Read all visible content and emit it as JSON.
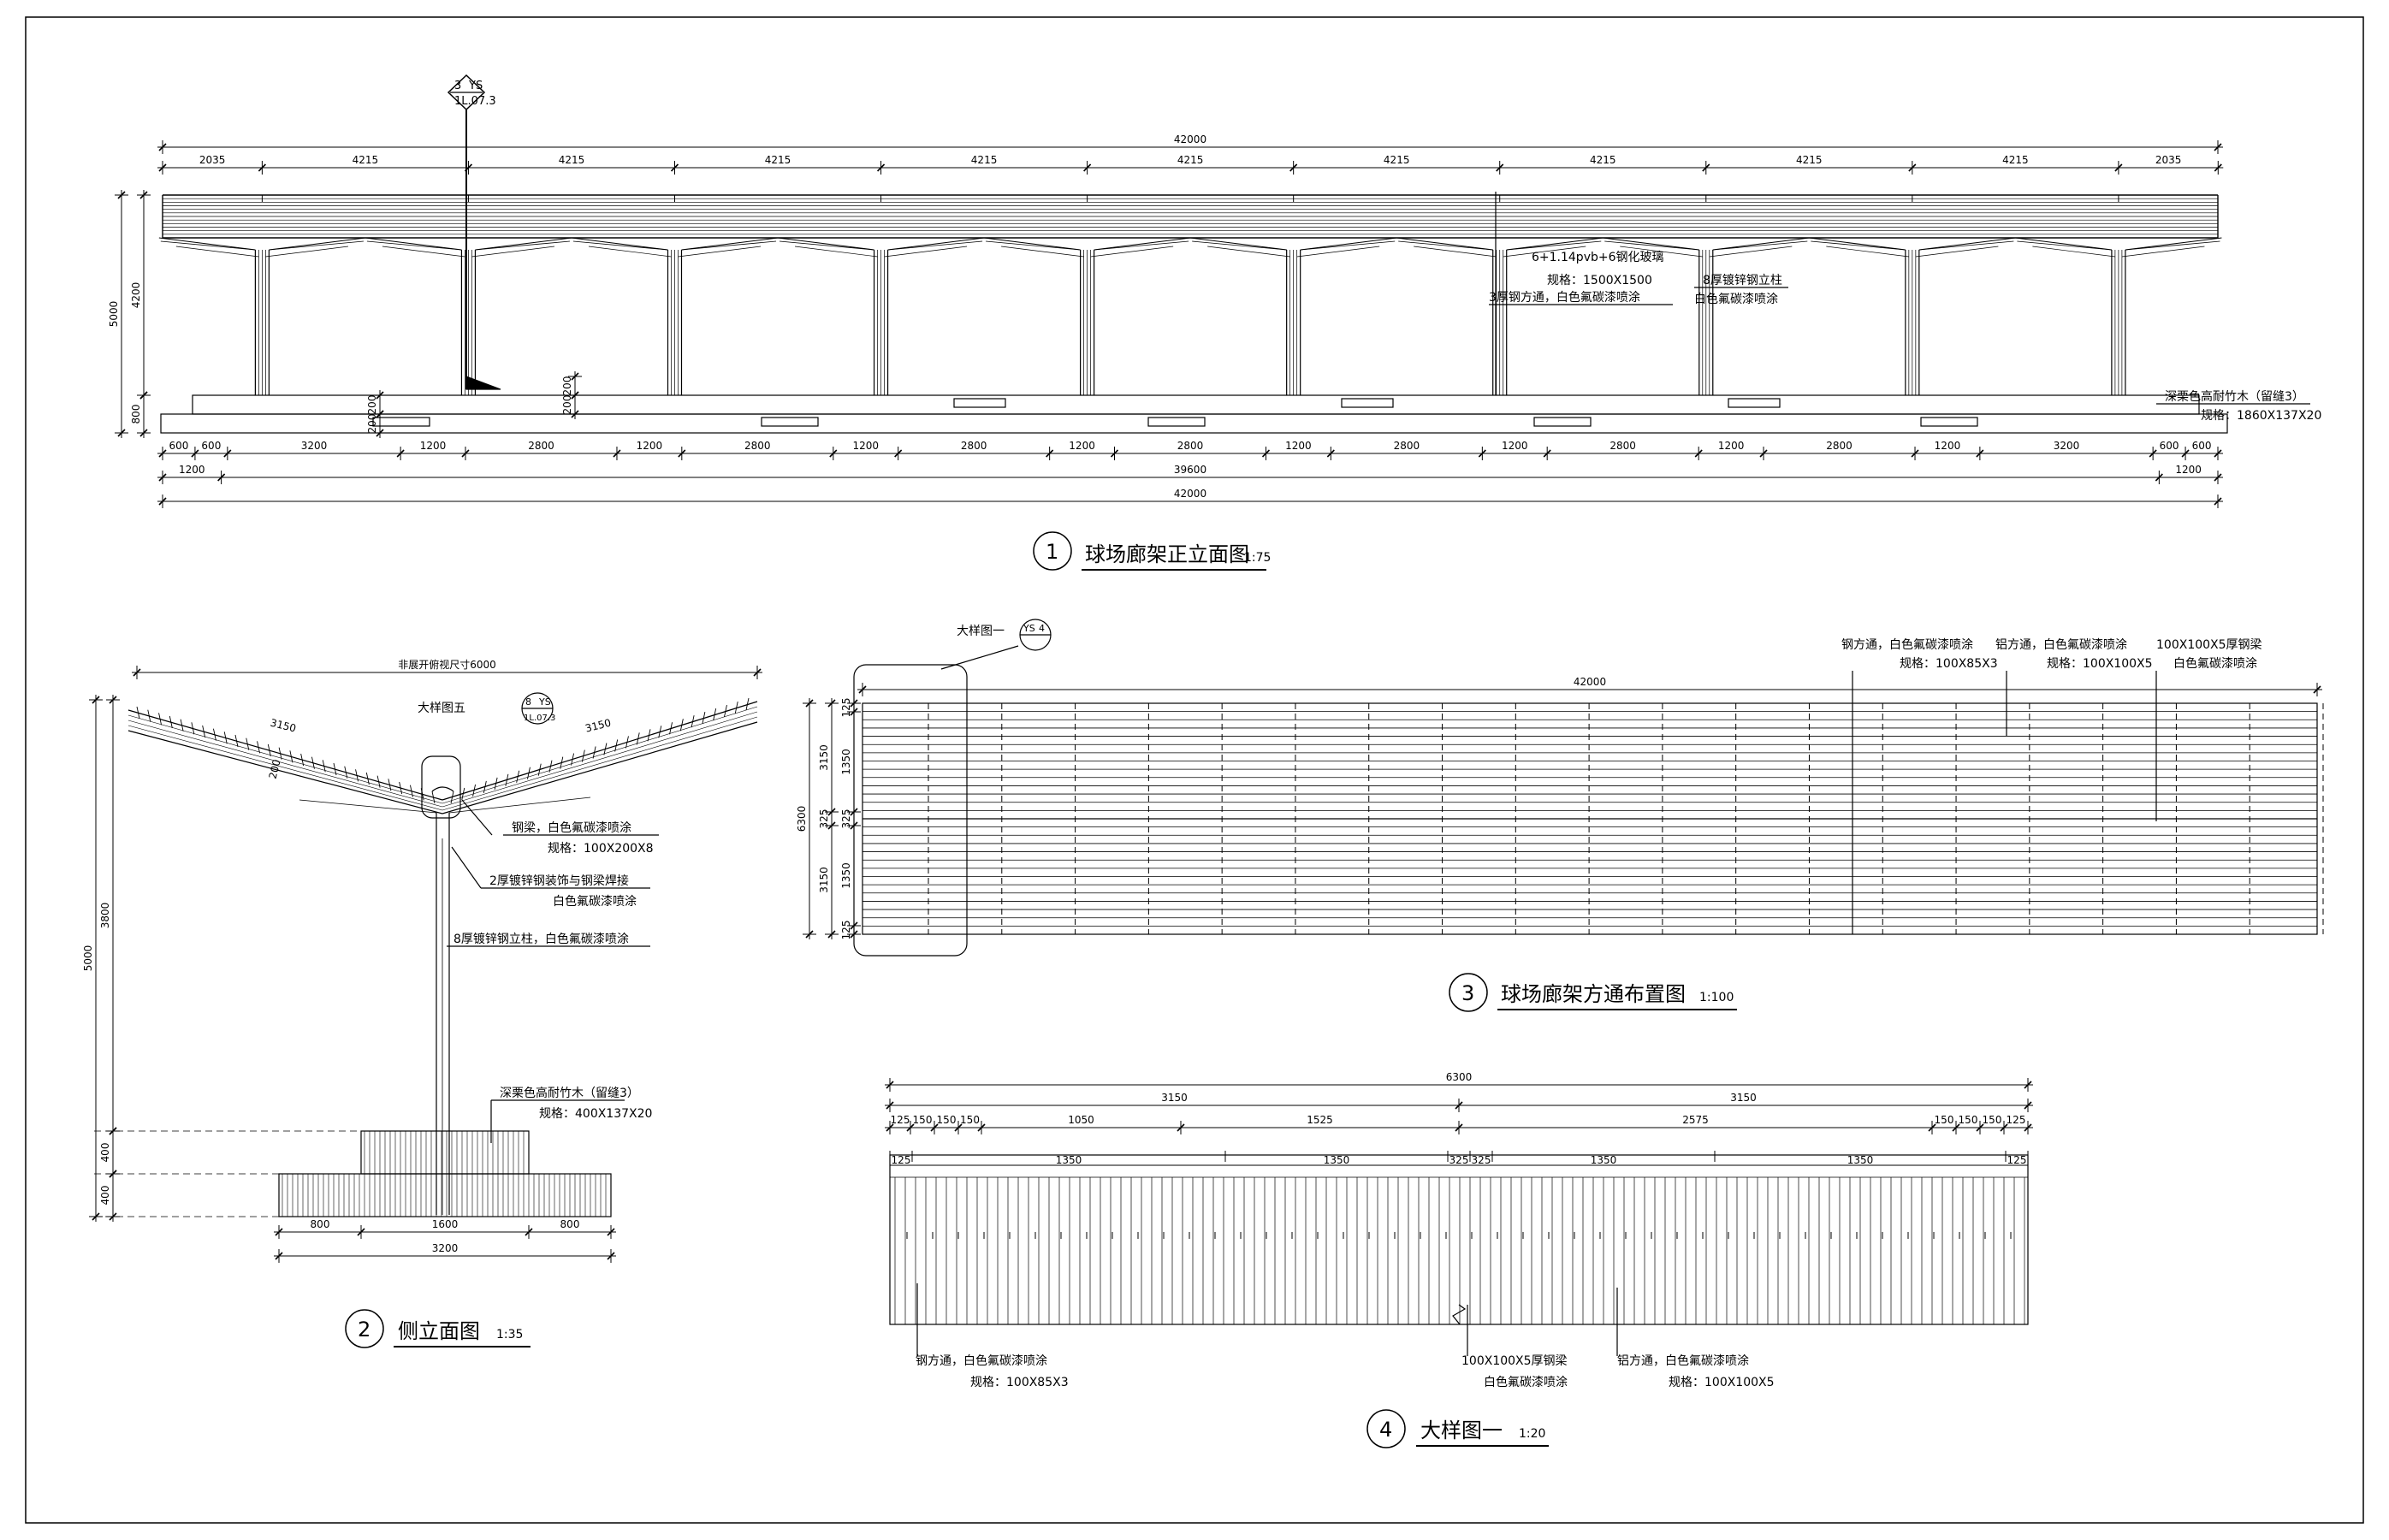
{
  "view1": {
    "total_top": "42000",
    "spans_top": [
      "2035",
      "4215",
      "4215",
      "4215",
      "4215",
      "4215",
      "4215",
      "4215",
      "4215",
      "4215",
      "2035"
    ],
    "bays_bottom": [
      "600",
      "600",
      "3200",
      "1200",
      "2800",
      "1200",
      "2800",
      "1200",
      "2800",
      "1200",
      "2800",
      "1200",
      "2800",
      "1200",
      "2800",
      "1200",
      "2800",
      "1200",
      "3200",
      "600",
      "600"
    ],
    "mid_row": [
      "1200",
      "39600",
      "1200"
    ],
    "total_bottom": "42000",
    "height_total": "5000",
    "height_col": "4200",
    "height_base": "800",
    "step_a": "200",
    "step_b": "200",
    "step_c": "200",
    "step_d": "200",
    "note_glass_1": "6+1.14pvb+6钢化玻璃",
    "note_glass_2": "规格：1500X1500",
    "note_tube": "3厚钢方通，白色氟碳漆喷涂",
    "note_col_1": "8厚镀锌钢立柱",
    "note_col_2": "白色氟碳漆喷涂",
    "note_wood_1": "深栗色高耐竹木（留缝3）",
    "note_wood_2": "规格：1860X137X20",
    "tag_num": "3",
    "tag_ref": "YS",
    "tag_sheet": "1L.07.3",
    "title_num": "1",
    "title": "球场廊架正立面图",
    "scale": "1:75"
  },
  "view2": {
    "top_dim": "非展开俯视尺寸6000",
    "left_span": "3150",
    "right_span": "3150",
    "depth": "200",
    "h_total": "5000",
    "h_col": "3800",
    "h_b1": "400",
    "h_b2": "400",
    "base_dims": [
      "800",
      "1600",
      "800"
    ],
    "base_total": "3200",
    "detail_label": "大样图五",
    "detail_num": "8",
    "detail_ref": "YS",
    "detail_sheet": "1L.07.3",
    "note_beam_1": "钢梁，白色氟碳漆喷涂",
    "note_beam_2": "规格：100X200X8",
    "note_plate_1": "2厚镀锌钢装饰与钢梁焊接",
    "note_plate_2": "白色氟碳漆喷涂",
    "note_col": "8厚镀锌钢立柱，白色氟碳漆喷涂",
    "note_wood_1": "深栗色高耐竹木（留缝3）",
    "note_wood_2": "规格：400X137X20",
    "title_num": "2",
    "title": "侧立面图",
    "scale": "1:35"
  },
  "view3": {
    "detail_label": "大样图一",
    "detail_ref": "YS",
    "detail_num": "4",
    "total": "42000",
    "left_outer": [
      "125",
      "1350",
      "1350",
      "125"
    ],
    "left_mid": [
      "3150",
      "325",
      "3150"
    ],
    "left_total": "6300",
    "left_small": "325",
    "note_steel_1": "钢方通，白色氟碳漆喷涂",
    "note_steel_2": "规格：100X85X3",
    "note_alu_1": "铝方通，白色氟碳漆喷涂",
    "note_alu_2": "规格：100X100X5",
    "note_beam_1": "100X100X5厚钢梁",
    "note_beam_2": "白色氟碳漆喷涂",
    "title_num": "3",
    "title": "球场廊架方通布置图",
    "scale": "1:100"
  },
  "view4": {
    "total": "6300",
    "halves": [
      "3150",
      "3150"
    ],
    "row3": [
      "125",
      "150",
      "150",
      "150",
      "1050",
      "1525",
      "2575",
      "150",
      "150",
      "150",
      "125"
    ],
    "row4": [
      "125",
      "1350",
      "1350",
      "325",
      "325",
      "1350",
      "1350",
      "125"
    ],
    "note_steel_1": "钢方通，白色氟碳漆喷涂",
    "note_steel_2": "规格：100X85X3",
    "note_beam_1": "100X100X5厚钢梁",
    "note_beam_2": "白色氟碳漆喷涂",
    "note_alu_1": "铝方通，白色氟碳漆喷涂",
    "note_alu_2": "规格：100X100X5",
    "title_num": "4",
    "title": "大样图一",
    "scale": "1:20"
  }
}
